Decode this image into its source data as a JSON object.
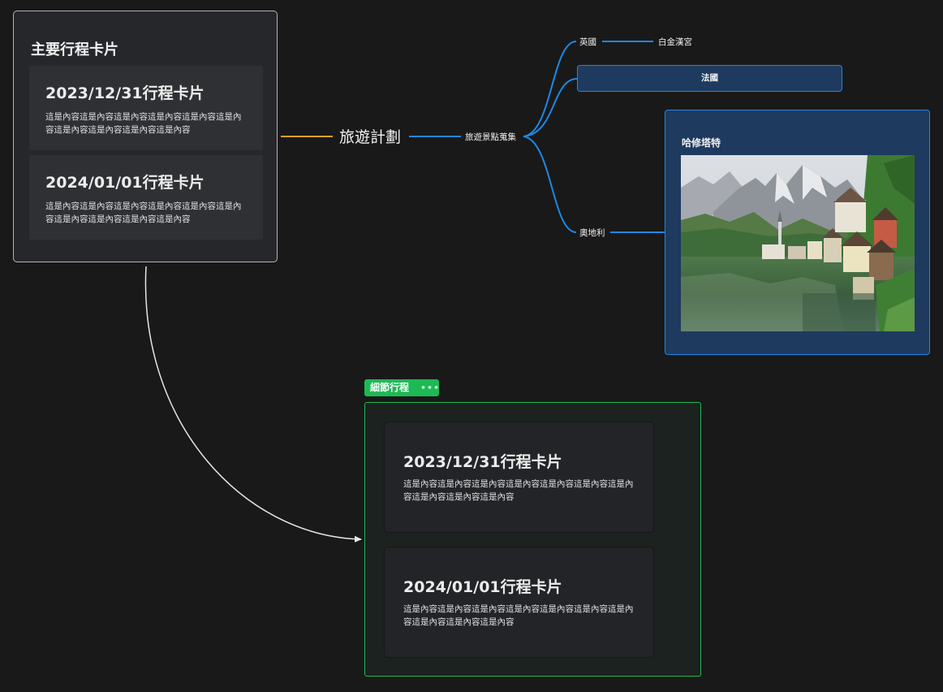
{
  "main_card": {
    "title": "主要行程卡片",
    "cards": [
      {
        "title": "2023/12/31行程卡片",
        "body": "這是內容這是內容這是內容這是內容這是內容這是內容這是內容這是內容這是內容這是內容"
      },
      {
        "title": "2024/01/01行程卡片",
        "body": "這是內容這是內容這是內容這是內容這是內容這是內容這是內容這是內容這是內容這是內容"
      }
    ]
  },
  "mindmap": {
    "central_topic": "旅遊計劃",
    "collection": "旅遊景點蒐集",
    "uk": "英國",
    "uk_child": "白金漢宮",
    "france": "法國",
    "austria": "奧地利",
    "hallstatt": "哈修塔特"
  },
  "detail_frame": {
    "tag": "細節行程",
    "tag_more": "•••",
    "cards": [
      {
        "title": "2023/12/31行程卡片",
        "body": "這是內容這是內容這是內容這是內容這是內容這是內容這是內容這是內容這是內容這是內容"
      },
      {
        "title": "2024/01/01行程卡片",
        "body": "這是內容這是內容這是內容這是內容這是內容這是內容這是內容這是內容這是內容這是內容"
      }
    ]
  },
  "icons": {
    "hallstatt_photo": "mountain-lake-village-photo",
    "connector_arrow": "arrow-head-icon"
  },
  "colors": {
    "background": "#191919",
    "main_branch": "#e0a11b",
    "branch": "#1e88e5",
    "node_fill": "#1e3a5f",
    "frame_accent": "#1db954"
  }
}
